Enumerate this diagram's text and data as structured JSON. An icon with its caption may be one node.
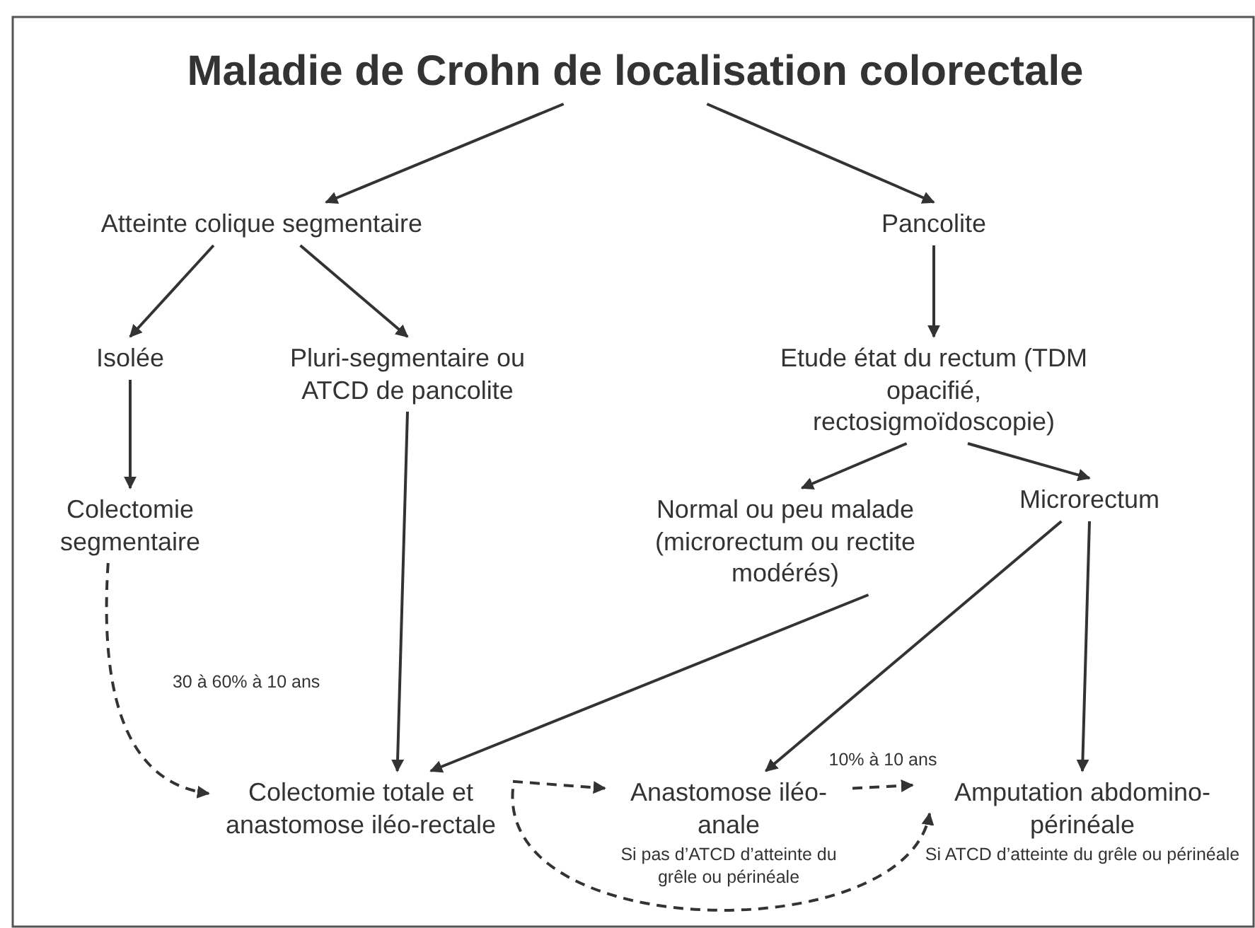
{
  "diagram": {
    "nodes": [
      {
        "text": [
          "Maladie de Crohn de localisation colorectale"
        ]
      },
      {
        "text": [
          "Atteinte colique segmentaire"
        ]
      },
      {
        "text": [
          "Pancolite"
        ]
      },
      {
        "text": [
          "Isolée"
        ]
      },
      {
        "text": [
          "Pluri-segmentaire ou ATCD de pancolite"
        ]
      },
      {
        "text": [
          "Etude état du rectum (TDM opacifié, rectosigmoïdoscopie)"
        ]
      },
      {
        "text": [
          "Colectomie segmentaire"
        ]
      },
      {
        "text": [
          "Normal ou peu malade (microrectum ou rectite modérés)"
        ]
      },
      {
        "text": [
          "Microrectum"
        ]
      },
      {
        "text": [
          "Colectomie totale et anastomose iléo-rectale"
        ]
      },
      {
        "text": [
          "Anastomose iléo-anale",
          "Si pas d’ATCD d’atteinte du grêle ou périnéale"
        ]
      },
      {
        "text": [
          "Amputation abdomino-périnéale",
          "Si ATCD d’atteinte du grêle ou périnéale"
        ]
      }
    ],
    "edges": [
      {
        "from": 0,
        "to": 1,
        "arrow": "to"
      },
      {
        "from": 0,
        "to": 2,
        "arrow": "to"
      },
      {
        "from": 1,
        "to": 3,
        "arrow": "to"
      },
      {
        "from": 1,
        "to": 4,
        "arrow": "to"
      },
      {
        "from": 2,
        "to": 5,
        "arrow": "to"
      },
      {
        "from": 3,
        "to": 6,
        "arrow": "to"
      },
      {
        "from": 5,
        "to": 7,
        "arrow": "to"
      },
      {
        "from": 5,
        "to": 8,
        "arrow": "to"
      },
      {
        "from": 6,
        "to": 9,
        "arrow": "to",
        "style": "dashed",
        "label": "30 à 60% à 10 ans"
      },
      {
        "from": 4,
        "to": 9,
        "arrow": "to"
      },
      {
        "from": 7,
        "to": 9,
        "arrow": "to"
      },
      {
        "from": 8,
        "to": 10,
        "arrow": "to"
      },
      {
        "from": 8,
        "to": 11,
        "arrow": "to"
      },
      {
        "from": 9,
        "to": 10,
        "arrow": "to",
        "style": "dashed"
      },
      {
        "from": 10,
        "to": 11,
        "arrow": "to",
        "style": "dashed",
        "label": "10% à 10 ans"
      },
      {
        "from": 9,
        "to": 11,
        "arrow": "to",
        "style": "dashed"
      }
    ]
  }
}
